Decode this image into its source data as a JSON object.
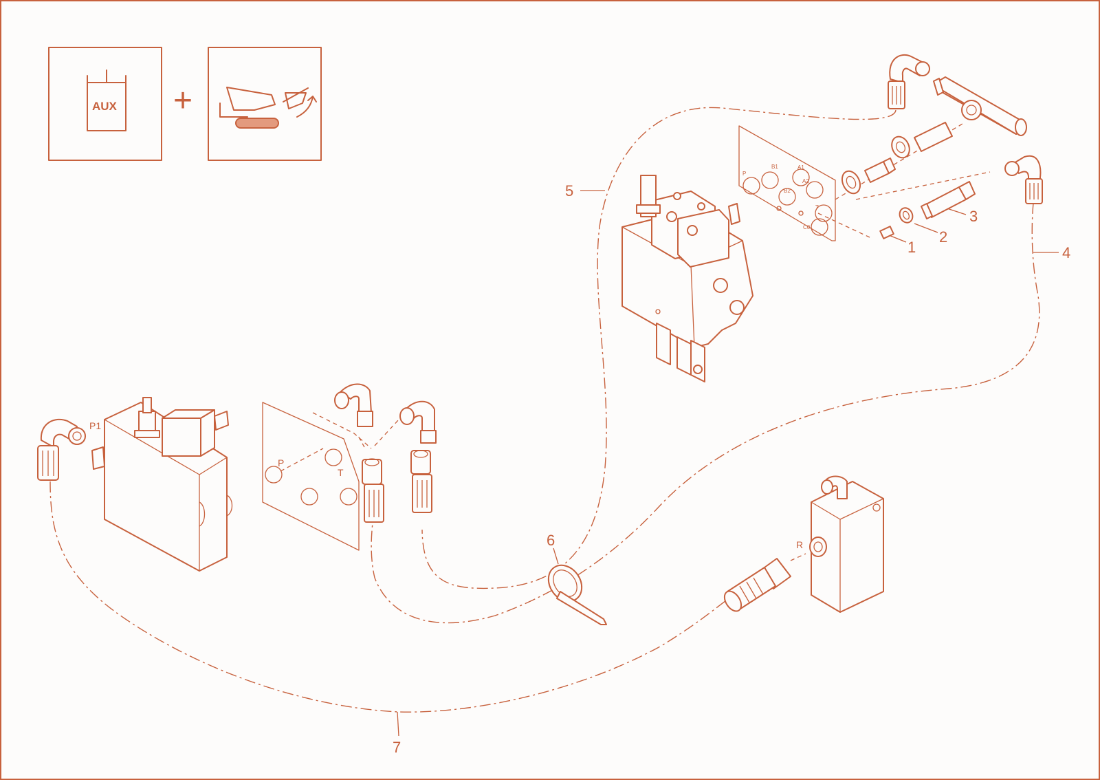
{
  "legend": {
    "aux_label": "AUX",
    "plus_sign": "+",
    "icons": [
      "aux-tank-icon",
      "dumper-tipping-icon"
    ]
  },
  "callouts": [
    "1",
    "2",
    "3",
    "4",
    "5",
    "6",
    "7"
  ],
  "ports": {
    "p1": "P1",
    "p": "P",
    "t": "T",
    "r": "R"
  },
  "valve_ports": {
    "p": "P",
    "b1": "B1",
    "a1": "A1",
    "b2": "B2",
    "a2": "A2",
    "t": "T",
    "c0": "C0"
  },
  "colors": {
    "line": "#c7613d",
    "background": "#fdfcfb"
  }
}
